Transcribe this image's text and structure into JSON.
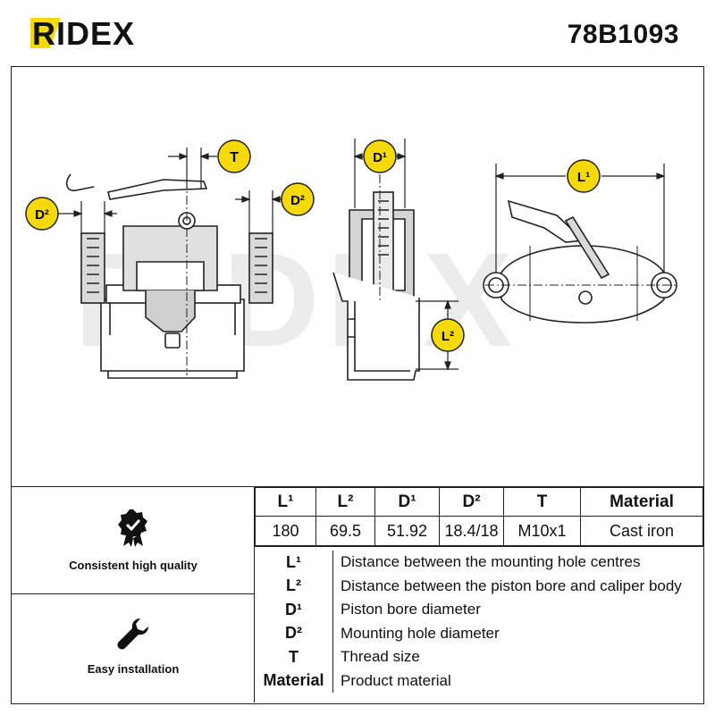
{
  "brand": {
    "logo_text": "RIDEX",
    "part_number": "78B1093"
  },
  "drawing": {
    "watermark": "RIDEX",
    "callouts": {
      "T": "T",
      "D1": "D¹",
      "D2": "D²",
      "L1": "L¹",
      "L2": "L²"
    }
  },
  "features": [
    {
      "icon": "check-badge-icon",
      "label": "Consistent high quality"
    },
    {
      "icon": "wrench-icon",
      "label": "Easy installation"
    }
  ],
  "spec_table": {
    "headers": [
      "L¹",
      "L²",
      "D¹",
      "D²",
      "T",
      "Material"
    ],
    "values": [
      "180",
      "69.5",
      "51.92",
      "18.4/18",
      "M10x1",
      "Cast iron"
    ]
  },
  "legend": [
    {
      "key": "L¹",
      "desc": "Distance between the mounting hole centres"
    },
    {
      "key": "L²",
      "desc": "Distance between the piston bore and caliper body"
    },
    {
      "key": "D¹",
      "desc": "Piston bore diameter"
    },
    {
      "key": "D²",
      "desc": "Mounting hole diameter"
    },
    {
      "key": "T",
      "desc": "Thread size"
    },
    {
      "key": "Material",
      "desc": "Product material"
    }
  ],
  "colors": {
    "callout_fill": "#f5d90a",
    "text": "#111111",
    "border": "#222222",
    "watermark": "#e6e6e6",
    "drawing_fill": "#d9d9d9"
  }
}
